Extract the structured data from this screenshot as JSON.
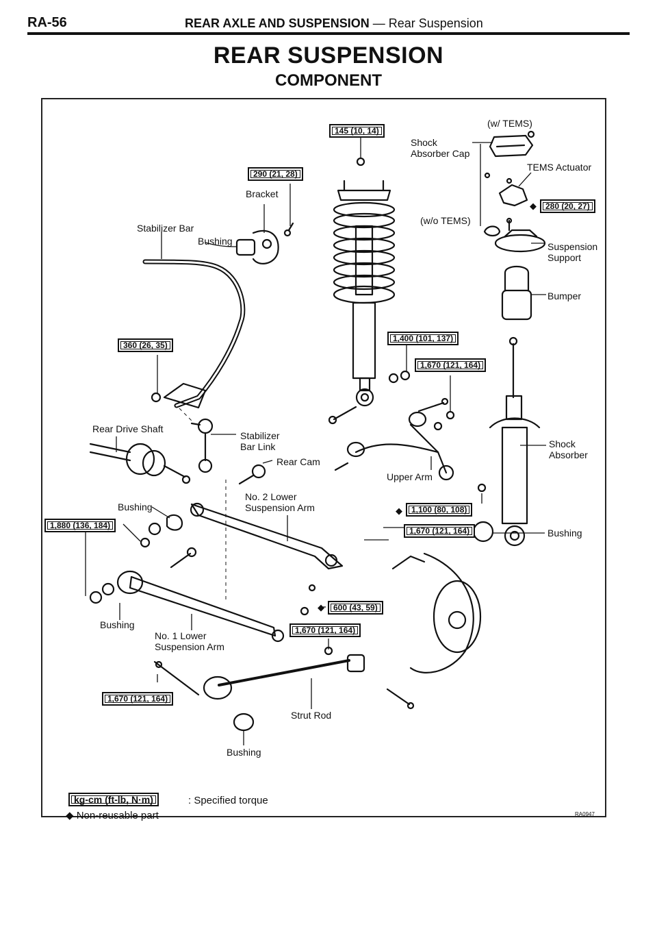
{
  "header": {
    "page_code": "RA-56",
    "section": "REAR AXLE AND SUSPENSION",
    "separator": " — ",
    "subsection": "Rear Suspension"
  },
  "title": "REAR SUSPENSION",
  "subtitle": "COMPONENT",
  "labels": {
    "stabilizer_bar": "Stabilizer Bar",
    "bracket": "Bracket",
    "bushing_stab": "Bushing",
    "shock_absorber_cap_1": "Shock",
    "shock_absorber_cap_2": "Absorber Cap",
    "w_tems": "(w/ TEMS)",
    "tems_actuator": "TEMS Actuator",
    "wo_tems": "(w/o TEMS)",
    "suspension_support_1": "Suspension",
    "suspension_support_2": "Support",
    "bumper": "Bumper",
    "rear_drive_shaft": "Rear Drive Shaft",
    "stabilizer_bar_link_1": "Stabilizer",
    "stabilizer_bar_link_2": "Bar Link",
    "rear_cam": "Rear Cam",
    "upper_arm": "Upper Arm",
    "shock_absorber_1": "Shock",
    "shock_absorber_2": "Absorber",
    "bushing_no2": "Bushing",
    "no2_lower_arm_1": "No. 2 Lower",
    "no2_lower_arm_2": "Suspension Arm",
    "bushing_shock": "Bushing",
    "bushing_no1": "Bushing",
    "no1_lower_arm_1": "No. 1 Lower",
    "no1_lower_arm_2": "Suspension Arm",
    "strut_rod": "Strut Rod",
    "bushing_strut": "Bushing"
  },
  "torques": {
    "t145": "145 (10, 14)",
    "t290": "290 (21, 28)",
    "t280": "280 (20, 27)",
    "t360": "360 (26, 35)",
    "t1400": "1,400 (101, 137)",
    "t1670_a": "1,670 (121, 164)",
    "t1100": "1,100 (80, 108)",
    "t1670_b": "1,670 (121, 164)",
    "t1880": "1,880 (136, 184)",
    "t600": "600 (43, 59)",
    "t1670_c": "1,670 (121, 164)",
    "t1670_d": "1,670 (121, 164)"
  },
  "legend": {
    "torque_unit": "kg-cm (ft-lb, N·m)",
    "torque_desc": ": Specified torque",
    "nonreusable": "◆  Non-reusable part",
    "diamond": "◆"
  },
  "figure_id": "RA0947"
}
